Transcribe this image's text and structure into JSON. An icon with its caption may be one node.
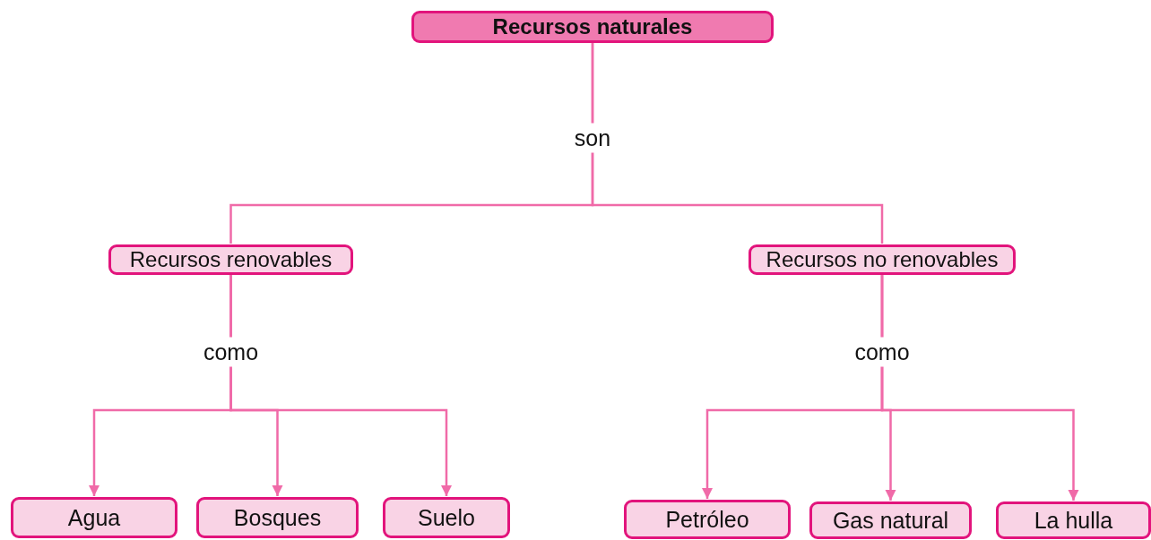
{
  "diagram": {
    "nodes": [
      {
        "text": [
          "Recursos naturales"
        ]
      },
      {
        "text": [
          "Recursos renovables"
        ]
      },
      {
        "text": [
          "Recursos no renovables"
        ]
      },
      {
        "text": [
          "Agua"
        ]
      },
      {
        "text": [
          "Bosques"
        ]
      },
      {
        "text": [
          "Suelo"
        ]
      },
      {
        "text": [
          "Petróleo"
        ]
      },
      {
        "text": [
          "Gas natural"
        ]
      },
      {
        "text": [
          "La hulla"
        ]
      }
    ],
    "edges": [
      {
        "from": 0,
        "to": 1,
        "arrow": "none",
        "label": "son"
      },
      {
        "from": 0,
        "to": 2,
        "arrow": "none"
      },
      {
        "from": 1,
        "to": 3,
        "arrow": "to",
        "label": "como"
      },
      {
        "from": 1,
        "to": 4,
        "arrow": "to"
      },
      {
        "from": 1,
        "to": 5,
        "arrow": "to"
      },
      {
        "from": 2,
        "to": 6,
        "arrow": "to",
        "label": "como"
      },
      {
        "from": 2,
        "to": 7,
        "arrow": "to"
      },
      {
        "from": 2,
        "to": 8,
        "arrow": "to"
      }
    ]
  }
}
